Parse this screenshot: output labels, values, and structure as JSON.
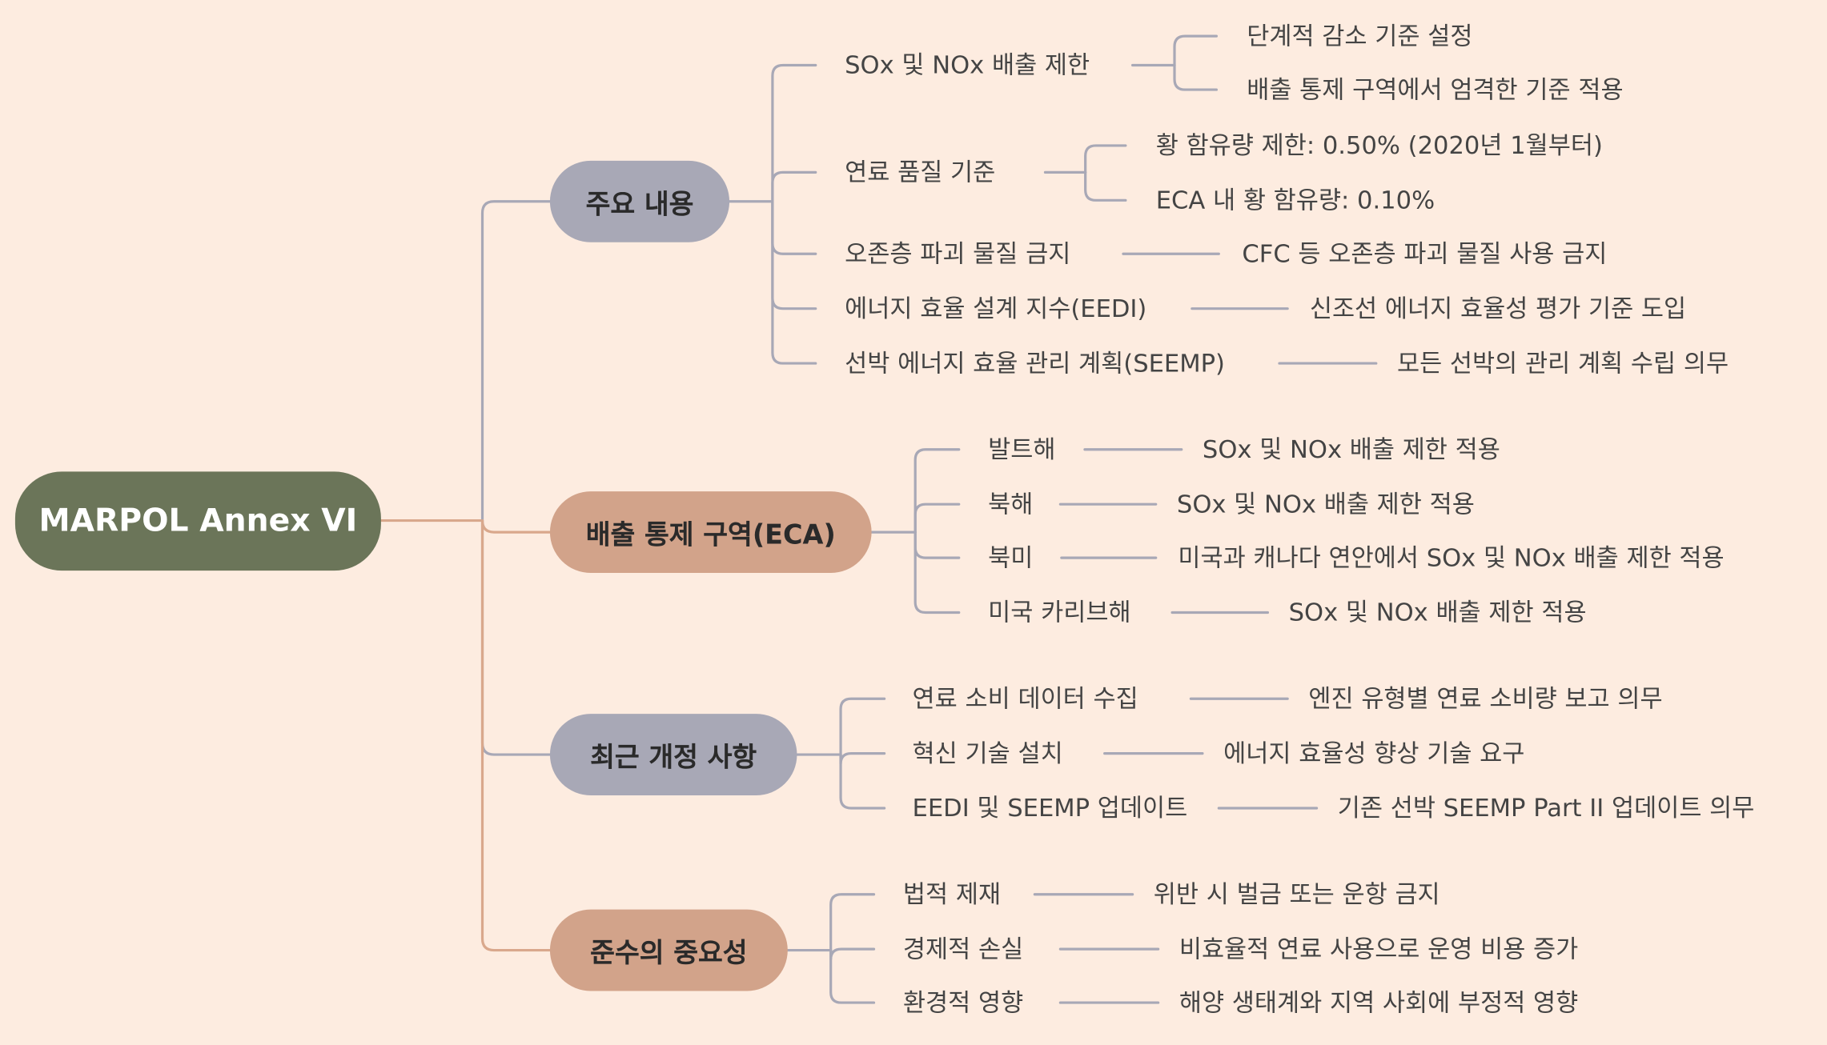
{
  "colors": {
    "background": "#fdece0",
    "root": "#6b7559",
    "branch_gray": "#a8a8b6",
    "branch_tan": "#d2a38a",
    "line_gray": "#a8a8b6",
    "line_tan": "#d9a88c"
  },
  "root": {
    "label": "MARPOL Annex VI"
  },
  "branches": [
    {
      "label": "주요 내용",
      "color": "gray",
      "items": [
        {
          "label": "SOx 및 NOx 배출 제한",
          "details": [
            "단계적 감소 기준 설정",
            "배출 통제 구역에서 엄격한 기준 적용"
          ]
        },
        {
          "label": "연료 품질 기준",
          "details": [
            "황 함유량 제한: 0.50% (2020년 1월부터)",
            "ECA 내 황 함유량: 0.10%"
          ]
        },
        {
          "label": "오존층 파괴 물질 금지",
          "details": [
            "CFC 등 오존층 파괴 물질 사용 금지"
          ]
        },
        {
          "label": "에너지 효율 설계 지수(EEDI)",
          "details": [
            "신조선 에너지 효율성 평가 기준 도입"
          ]
        },
        {
          "label": "선박 에너지 효율 관리 계획(SEEMP)",
          "details": [
            "모든 선박의 관리 계획 수립 의무"
          ]
        }
      ]
    },
    {
      "label": "배출 통제 구역(ECA)",
      "color": "tan",
      "items": [
        {
          "label": "발트해",
          "details": [
            "SOx 및 NOx 배출 제한 적용"
          ]
        },
        {
          "label": "북해",
          "details": [
            "SOx 및 NOx 배출 제한 적용"
          ]
        },
        {
          "label": "북미",
          "details": [
            "미국과 캐나다 연안에서 SOx 및 NOx 배출 제한 적용"
          ]
        },
        {
          "label": "미국 카리브해",
          "details": [
            "SOx 및 NOx 배출 제한 적용"
          ]
        }
      ]
    },
    {
      "label": "최근 개정 사항",
      "color": "gray",
      "items": [
        {
          "label": "연료 소비 데이터 수집",
          "details": [
            "엔진 유형별 연료 소비량 보고 의무"
          ]
        },
        {
          "label": "혁신 기술 설치",
          "details": [
            "에너지 효율성 향상 기술 요구"
          ]
        },
        {
          "label": "EEDI 및 SEEMP 업데이트",
          "details": [
            "기존 선박 SEEMP Part II 업데이트 의무"
          ]
        }
      ]
    },
    {
      "label": "준수의 중요성",
      "color": "tan",
      "items": [
        {
          "label": "법적 제재",
          "details": [
            "위반 시 벌금 또는 운항 금지"
          ]
        },
        {
          "label": "경제적 손실",
          "details": [
            "비효율적 연료 사용으로 운영 비용 증가"
          ]
        },
        {
          "label": "환경적 영향",
          "details": [
            "해양 생태계와 지역 사회에 부정적 영향"
          ]
        }
      ]
    }
  ]
}
